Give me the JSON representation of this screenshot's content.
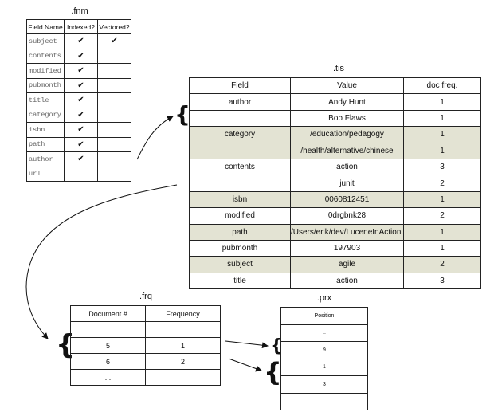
{
  "fnm": {
    "title": ".fnm",
    "headers": [
      "Field Name",
      "Indexed?",
      "Vectored?"
    ],
    "rows": [
      {
        "name": "subject",
        "indexed": "✔",
        "vectored": "✔"
      },
      {
        "name": "contents",
        "indexed": "✔",
        "vectored": ""
      },
      {
        "name": "modified",
        "indexed": "✔",
        "vectored": ""
      },
      {
        "name": "pubmonth",
        "indexed": "✔",
        "vectored": ""
      },
      {
        "name": "title",
        "indexed": "✔",
        "vectored": ""
      },
      {
        "name": "category",
        "indexed": "✔",
        "vectored": ""
      },
      {
        "name": "isbn",
        "indexed": "✔",
        "vectored": ""
      },
      {
        "name": "path",
        "indexed": "✔",
        "vectored": ""
      },
      {
        "name": "author",
        "indexed": "✔",
        "vectored": ""
      },
      {
        "name": "url",
        "indexed": "",
        "vectored": ""
      }
    ]
  },
  "tis": {
    "title": ".tis",
    "headers": [
      "Field",
      "Value",
      "doc freq."
    ],
    "highlight_color": "#e3e3d3",
    "rows": [
      {
        "field": "author",
        "value": "Andy Hunt",
        "freq": "1",
        "highlight": false
      },
      {
        "field": "",
        "value": "Bob Flaws",
        "freq": "1",
        "highlight": false
      },
      {
        "field": "category",
        "value": "/education/pedagogy",
        "freq": "1",
        "highlight": true
      },
      {
        "field": "",
        "value": "/health/alternative/chinese",
        "freq": "1",
        "highlight": true
      },
      {
        "field": "contents",
        "value": "action",
        "freq": "3",
        "highlight": false
      },
      {
        "field": "",
        "value": "junit",
        "freq": "2",
        "highlight": false
      },
      {
        "field": "isbn",
        "value": "0060812451",
        "freq": "1",
        "highlight": true
      },
      {
        "field": "modified",
        "value": "0drgbnk28",
        "freq": "2",
        "highlight": false
      },
      {
        "field": "path",
        "value": "/Users/erik/dev/LuceneInAction...",
        "freq": "1",
        "highlight": true
      },
      {
        "field": "pubmonth",
        "value": "197903",
        "freq": "1",
        "highlight": false
      },
      {
        "field": "subject",
        "value": "agile",
        "freq": "2",
        "highlight": true
      },
      {
        "field": "title",
        "value": "action",
        "freq": "3",
        "highlight": false
      }
    ]
  },
  "frq": {
    "title": ".frq",
    "headers": [
      "Document #",
      "Frequency"
    ],
    "rows": [
      {
        "doc": "...",
        "freq": ""
      },
      {
        "doc": "5",
        "freq": "1"
      },
      {
        "doc": "6",
        "freq": "2"
      },
      {
        "doc": "...",
        "freq": ""
      }
    ]
  },
  "prx": {
    "title": ".prx",
    "header": "Position",
    "rows": [
      "..",
      "9",
      "1",
      "3",
      ".."
    ]
  },
  "brace_glyph": "{"
}
